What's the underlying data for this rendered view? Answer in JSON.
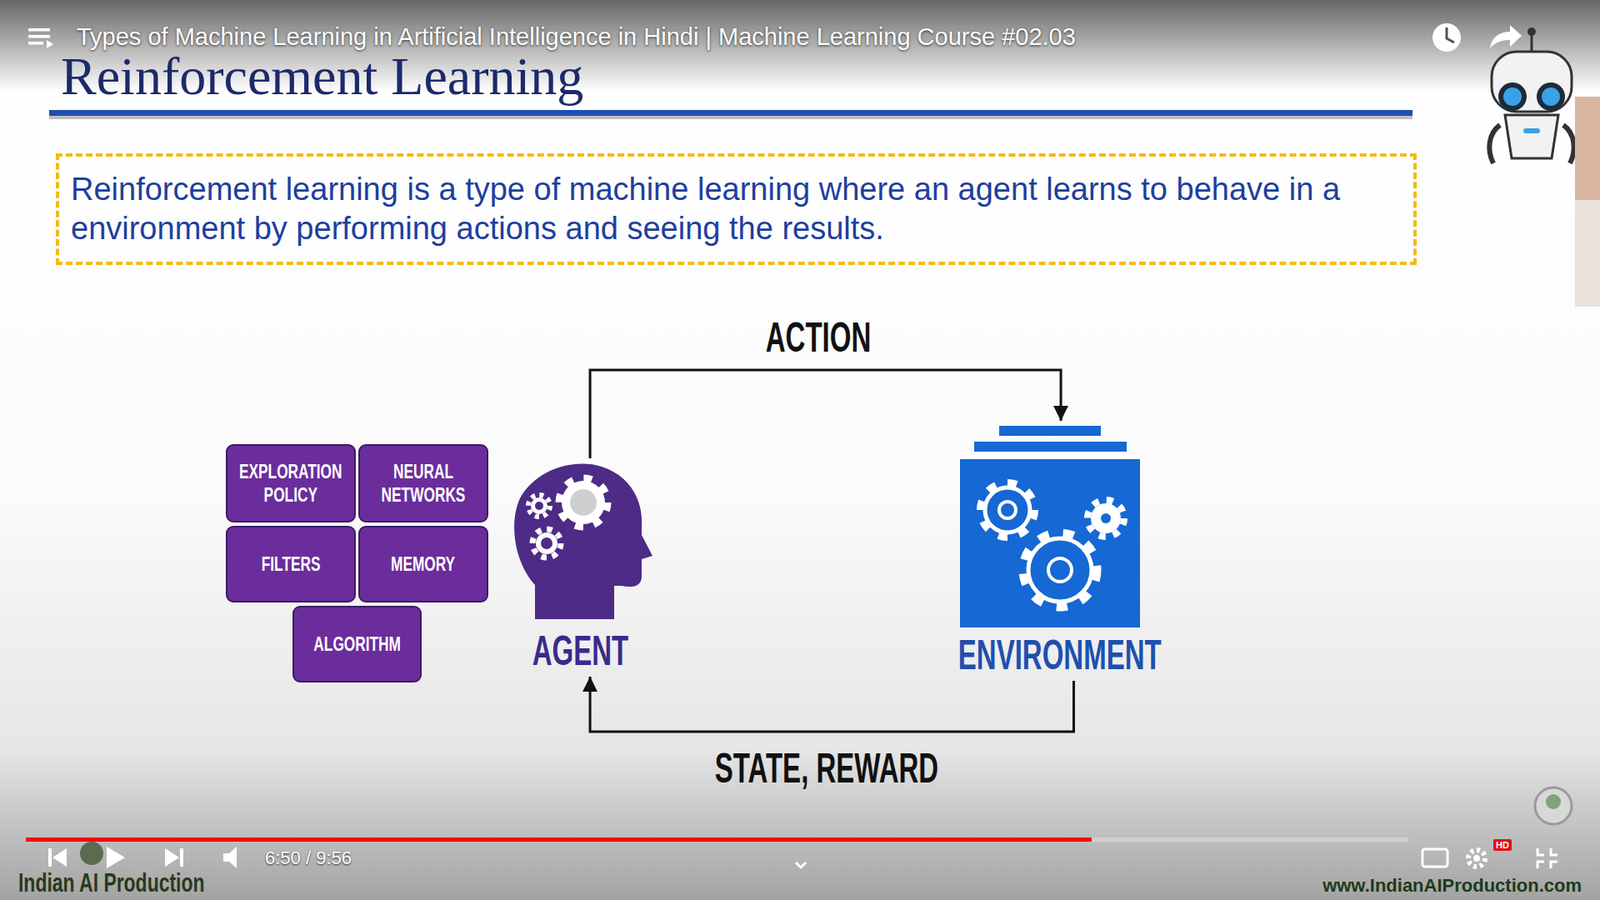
{
  "diagram": {
    "title": "Reinforcement Learning",
    "nodes": [
      {
        "text": [
          "Reinforcement learning is a type of machine learning where an agent learns to behave in a environment by performing actions and seeing the results."
        ]
      },
      {
        "text": [
          "EXPLORATION POLICY"
        ]
      },
      {
        "text": [
          "NEURAL NETWORKS"
        ]
      },
      {
        "text": [
          "FILTERS"
        ]
      },
      {
        "text": [
          "MEMORY"
        ]
      },
      {
        "text": [
          "ALGORITHM"
        ]
      },
      {
        "text": [
          "AGENT"
        ]
      },
      {
        "text": [
          "ENVIRONMENT"
        ]
      }
    ],
    "edges": [
      {
        "from": 6,
        "to": 7,
        "label": "ACTION",
        "arrow": "to"
      },
      {
        "from": 7,
        "to": 6,
        "label": "STATE, REWARD",
        "arrow": "to"
      }
    ],
    "labels": [
      "Types of Machine Learning in Artificial Intelligence in Hindi | Machine Learning Course #02.03",
      "6:50 / 9:56",
      "Indian AI Production",
      "www.IndianAIProduction.com",
      "HD"
    ]
  }
}
